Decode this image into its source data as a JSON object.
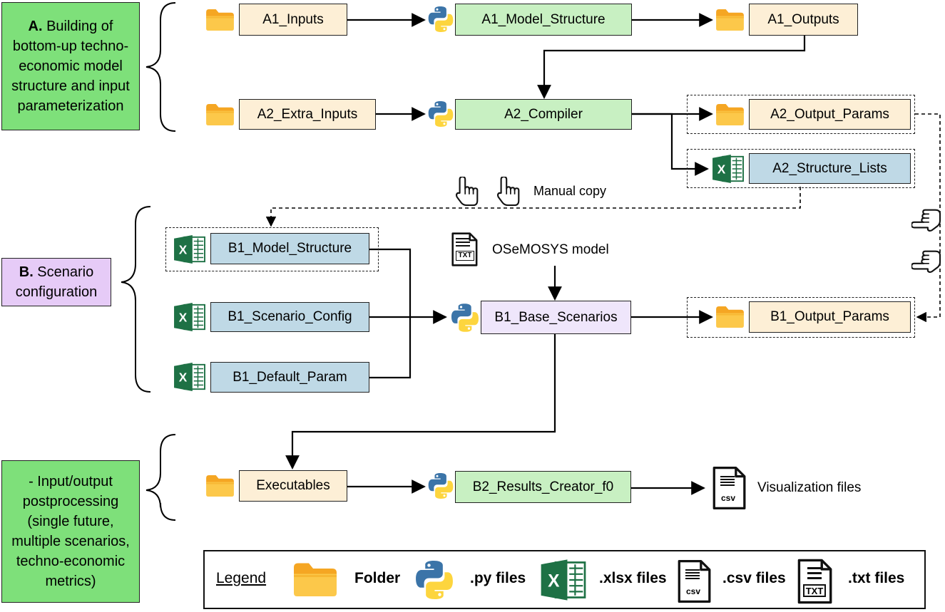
{
  "sections": {
    "a": {
      "label_bold": "A.",
      "label_rest": " Building of bottom-up techno-economic model structure and input parameterization",
      "color": "#7ee07a"
    },
    "b": {
      "label_bold": "B.",
      "label_rest": " Scenario configuration",
      "color": "#e6cbf7"
    },
    "c": {
      "label": "- Input/output postprocessing (single future, multiple scenarios, techno-economic metrics)",
      "color": "#7ee07a"
    }
  },
  "nodes": {
    "a1_inputs": "A1_Inputs",
    "a1_model_structure": "A1_Model_Structure",
    "a1_outputs": "A1_Outputs",
    "a2_extra_inputs": "A2_Extra_Inputs",
    "a2_compiler": "A2_Compiler",
    "a2_output_params": "A2_Output_Params",
    "a2_structure_lists": "A2_Structure_Lists",
    "b1_model_structure": "B1_Model_Structure",
    "b1_scenario_config": "B1_Scenario_Config",
    "b1_default_param": "B1_Default_Param",
    "b1_base_scenarios": "B1_Base_Scenarios",
    "b1_output_params": "B1_Output_Params",
    "executables": "Executables",
    "b2_results_creator": "B2_Results_Creator_f0"
  },
  "labels": {
    "manual_copy": "Manual copy",
    "osemosys_model": "OSeMOSYS model",
    "visualization_files": "Visualization files"
  },
  "icons": {
    "folder": "folder-icon",
    "python": "python-icon",
    "excel": "excel-icon",
    "csv": "csv-file-icon",
    "txt": "txt-file-icon",
    "hand": "pointing-hand-icon",
    "csv_text": "csv",
    "txt_text": "TXT",
    "excel_letter": "X"
  },
  "legend": {
    "title": "Legend",
    "folder": "Folder",
    "py": ".py files",
    "xlsx": ".xlsx files",
    "csv": ".csv files",
    "txt": ".txt files"
  },
  "colors": {
    "peach": "#fdefd6",
    "green_node": "#c8f0c2",
    "blue_node": "#bfd9e6",
    "lavender_node": "#efe6fb",
    "folder": "#fbb73a",
    "python_blue": "#3b74a8",
    "python_yellow": "#fdd53e",
    "excel": "#1e7145"
  }
}
